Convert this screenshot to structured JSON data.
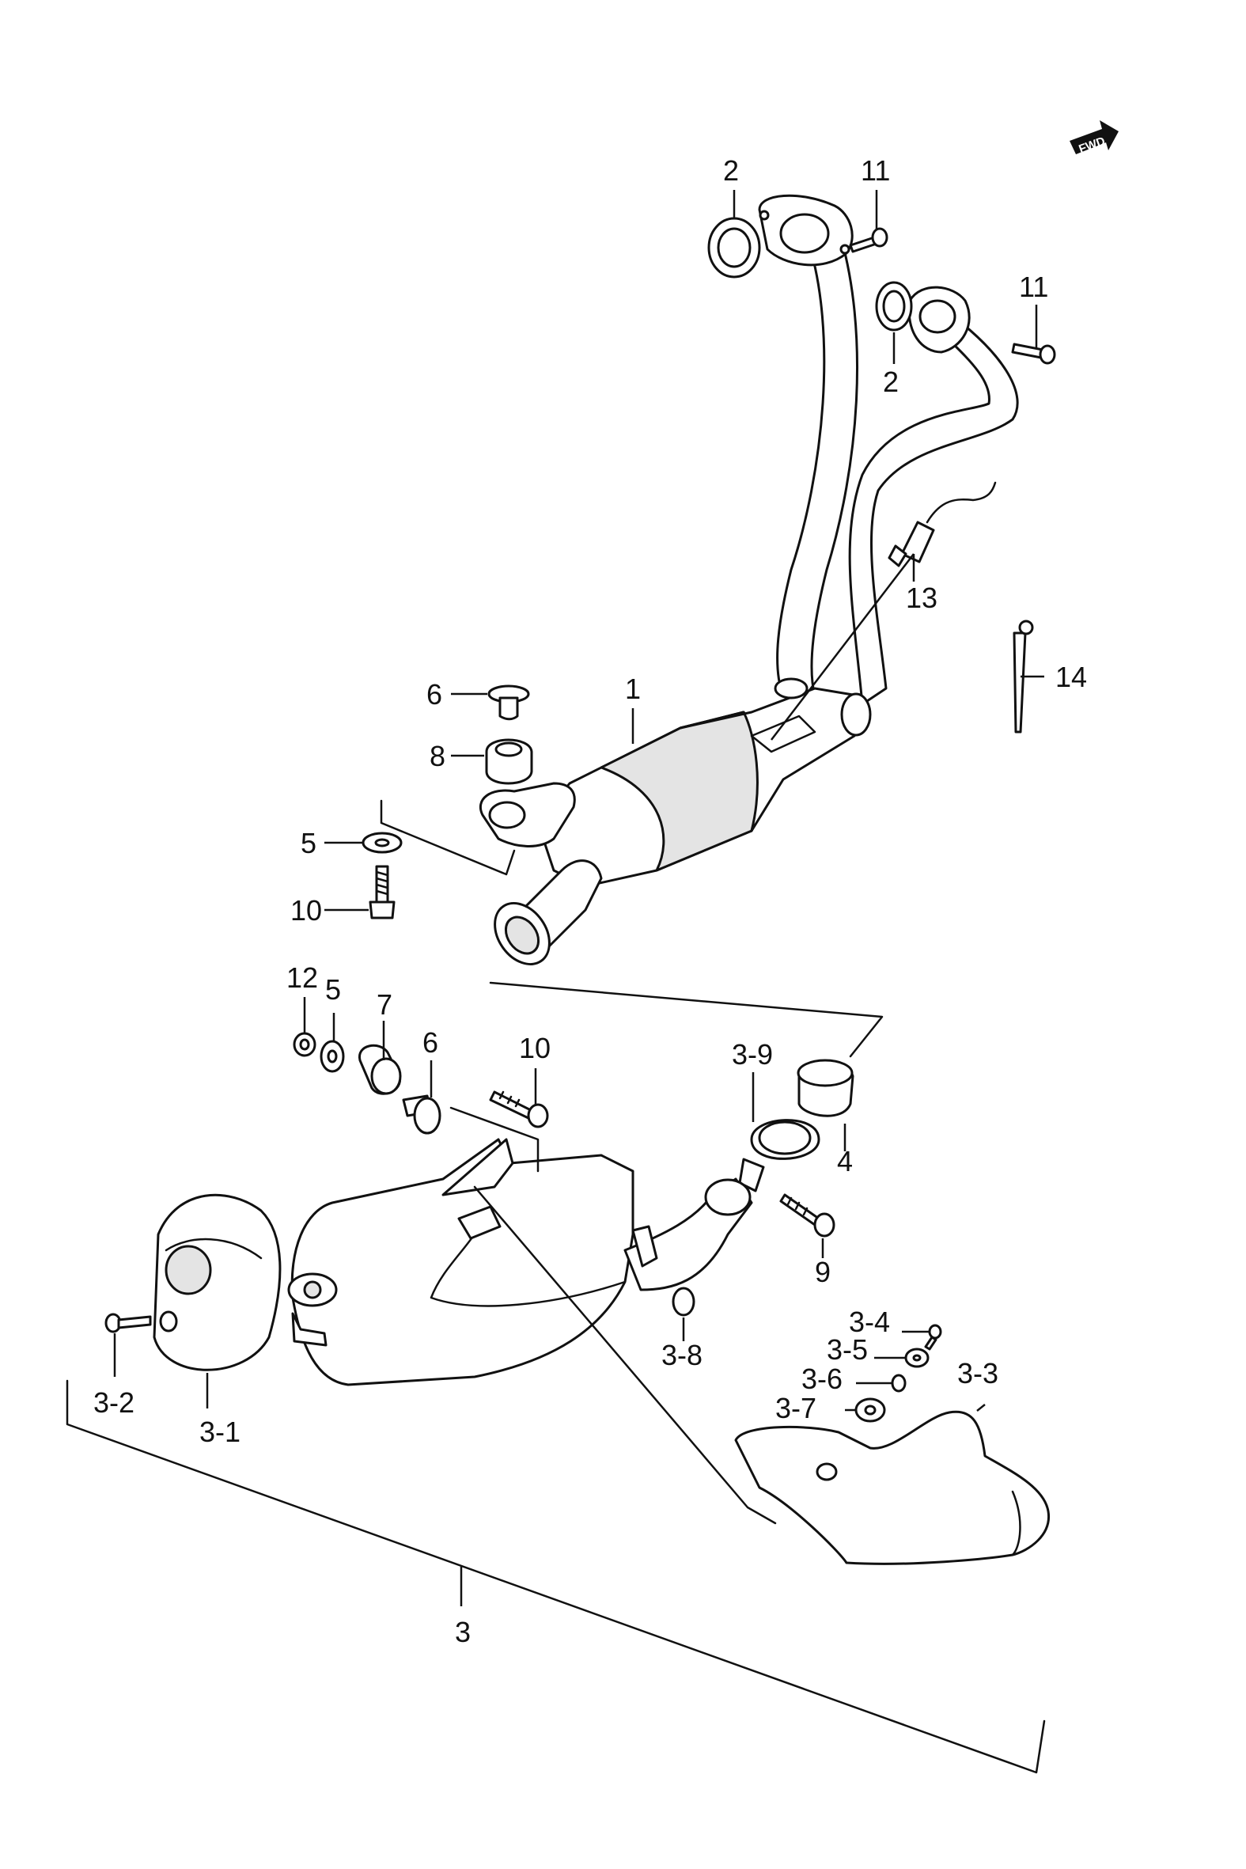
{
  "fwd_label": "FWD",
  "callouts": {
    "c1": "1",
    "c2a": "2",
    "c2b": "2",
    "c3": "3",
    "c3_1": "3-1",
    "c3_2": "3-2",
    "c3_3": "3-3",
    "c3_4": "3-4",
    "c3_5": "3-5",
    "c3_6": "3-6",
    "c3_7": "3-7",
    "c3_8": "3-8",
    "c3_9": "3-9",
    "c4": "4",
    "c5a": "5",
    "c5b": "5",
    "c6a": "6",
    "c6b": "6",
    "c7": "7",
    "c8": "8",
    "c9": "9",
    "c10a": "10",
    "c10b": "10",
    "c11a": "11",
    "c11b": "11",
    "c12": "12",
    "c13": "13",
    "c14": "14"
  }
}
